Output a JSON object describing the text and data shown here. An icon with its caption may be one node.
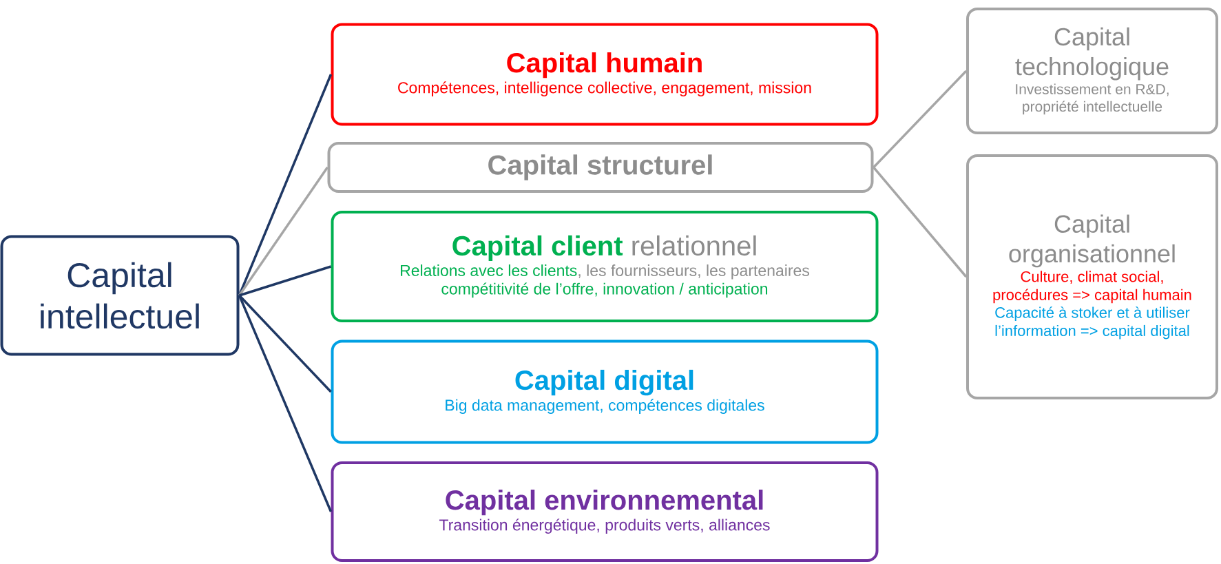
{
  "diagram": {
    "nodes": [
      {
        "text": [
          "Capital intellectuel"
        ]
      },
      {
        "text": [
          "Capital humain",
          "Compétences, intelligence collective, engagement, mission"
        ]
      },
      {
        "text": [
          "Capital structurel"
        ]
      },
      {
        "text": [
          "Capital client",
          "relationnel",
          "Relations avec les clients",
          ", les fournisseurs, les partenaires",
          "compétitivité de l’offre, innovation / anticipation"
        ]
      },
      {
        "text": [
          "Capital digital",
          "Big data management, compétences digitales"
        ]
      },
      {
        "text": [
          "Capital environnemental",
          "Transition énergétique, produits verts, alliances"
        ]
      },
      {
        "text": [
          "Capital technologique",
          "Investissement en R&D, propriété intellectuelle"
        ]
      },
      {
        "text": [
          "Capital organisationnel",
          "Culture, climat social, procédures => capital humain",
          "Capacité à stoker et à utiliser l’information => capital digital"
        ]
      }
    ],
    "edges": [
      {
        "from": 0,
        "to": 1,
        "arrow": "none"
      },
      {
        "from": 0,
        "to": 2,
        "arrow": "none",
        "color": "#a6a6a6"
      },
      {
        "from": 0,
        "to": 3,
        "arrow": "none"
      },
      {
        "from": 0,
        "to": 4,
        "arrow": "none"
      },
      {
        "from": 0,
        "to": 5,
        "arrow": "none"
      },
      {
        "from": 2,
        "to": 6,
        "arrow": "none",
        "color": "#a6a6a6"
      },
      {
        "from": 2,
        "to": 7,
        "arrow": "none",
        "color": "#a6a6a6"
      }
    ]
  }
}
